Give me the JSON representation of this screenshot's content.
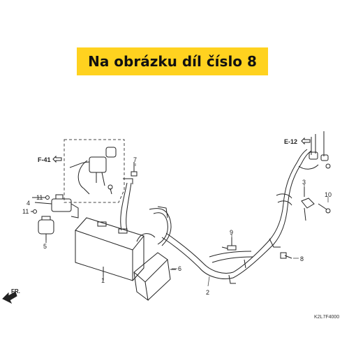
{
  "banner": {
    "text": "Na obrázku díl číslo 8",
    "background": "#ffd21f"
  },
  "refs": {
    "f41": "F-41",
    "e12": "E-12"
  },
  "callouts": {
    "n1": "1",
    "n2": "2",
    "n3": "3",
    "n4": "4",
    "n5": "5",
    "n6": "6",
    "n7": "7",
    "n8": "8",
    "n9": "9",
    "n10": "10",
    "n11a": "11",
    "n11b": "11"
  },
  "direction": {
    "text": "FR."
  },
  "diagram_code": "K2L7F4000"
}
